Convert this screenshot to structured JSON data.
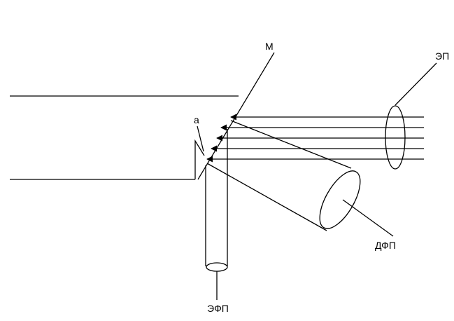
{
  "labels": {
    "mirror": "М",
    "edge_point": "а",
    "incident_flux": "ЭП",
    "diffuse_flux": "ДФП",
    "specular_flux": "ЭФП"
  },
  "colors": {
    "stroke": "#000000",
    "background": "#ffffff"
  }
}
